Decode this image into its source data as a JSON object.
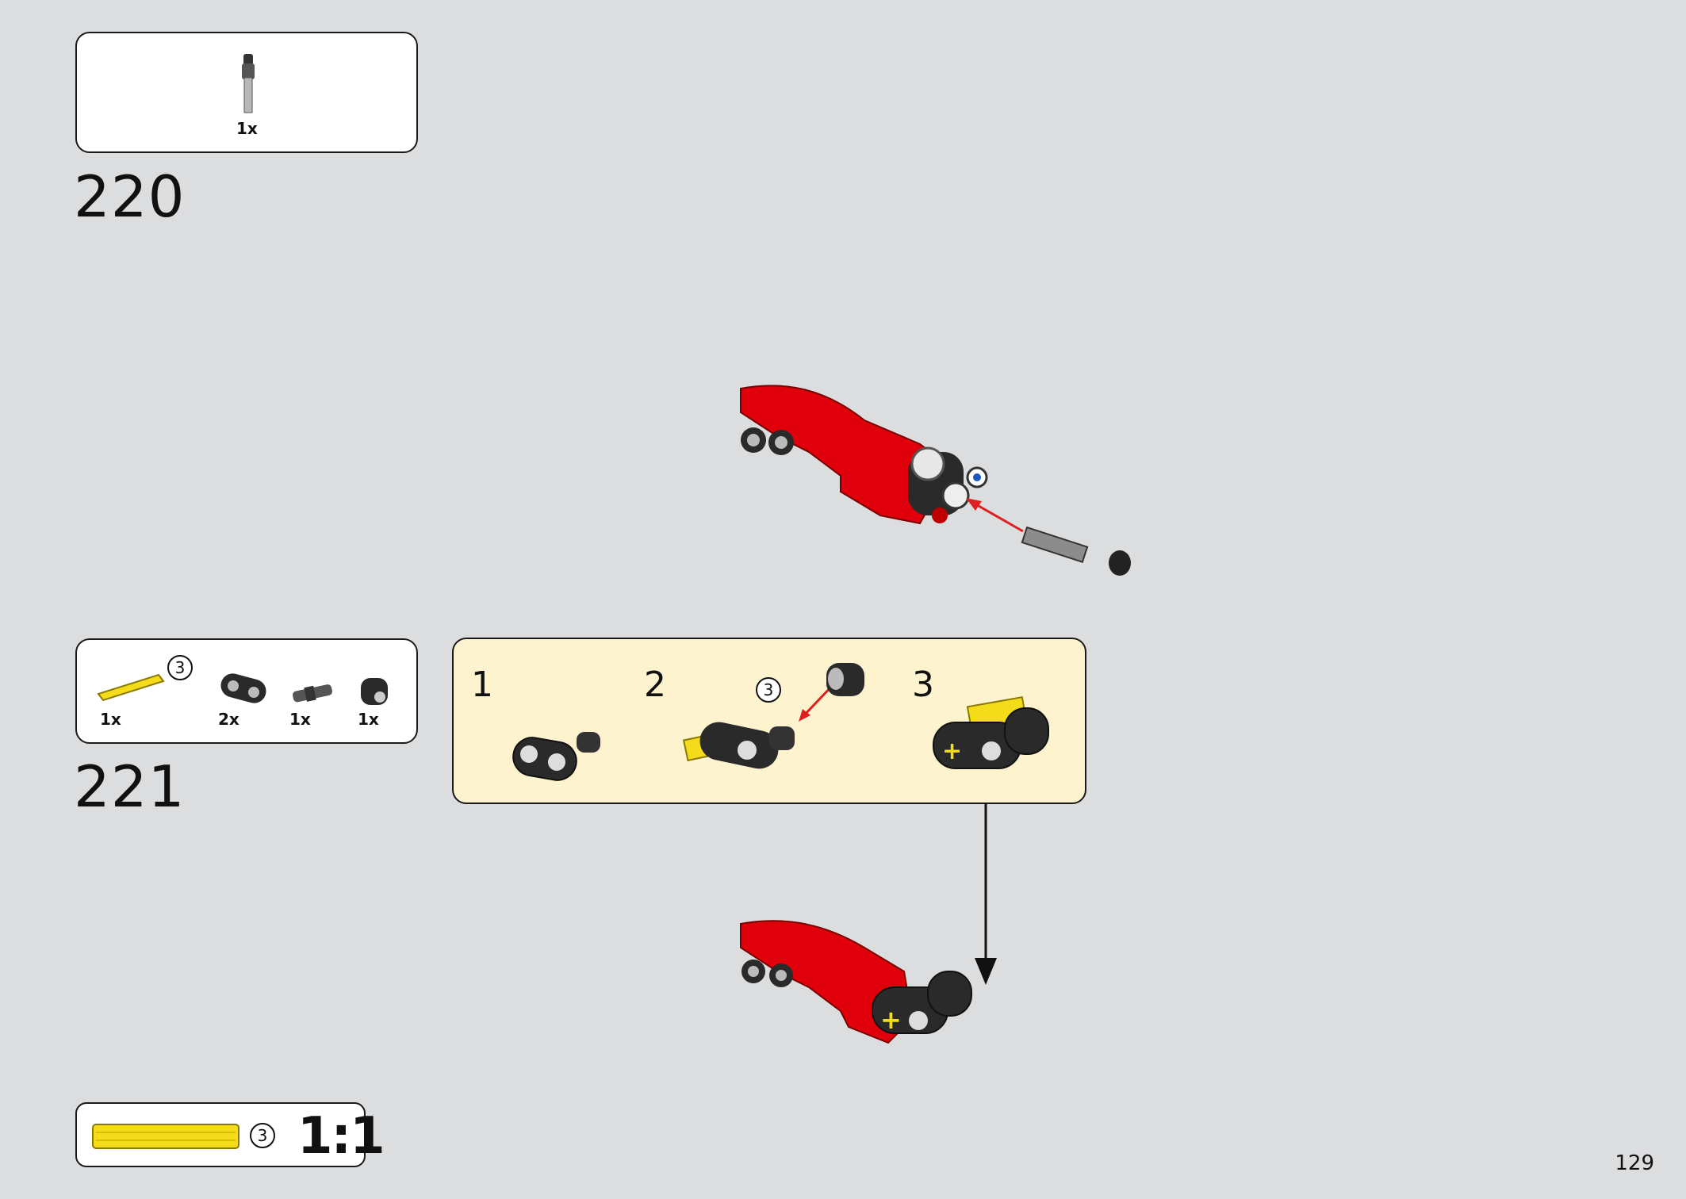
{
  "step_220": {
    "number": "220",
    "parts": [
      {
        "name": "grey-axle-pin",
        "qty": "1x"
      }
    ]
  },
  "step_221": {
    "number": "221",
    "parts": [
      {
        "name": "yellow-axle-3",
        "qty": "1x",
        "length_badge": "3"
      },
      {
        "name": "black-beam-connector",
        "qty": "2x"
      },
      {
        "name": "grey-pin",
        "qty": "1x"
      },
      {
        "name": "black-bush",
        "qty": "1x"
      }
    ],
    "sub_steps": [
      {
        "number": "1"
      },
      {
        "number": "2",
        "length_badge": "3"
      },
      {
        "number": "3"
      }
    ]
  },
  "scale_ref": {
    "length_badge": "3",
    "ratio": "1:1"
  },
  "page_number": "129",
  "colors": {
    "background": "#dcdddf",
    "red_part": "#e0000b",
    "yellow_axle": "#f5dc1a",
    "sub_panel": "#fdf3cf"
  }
}
